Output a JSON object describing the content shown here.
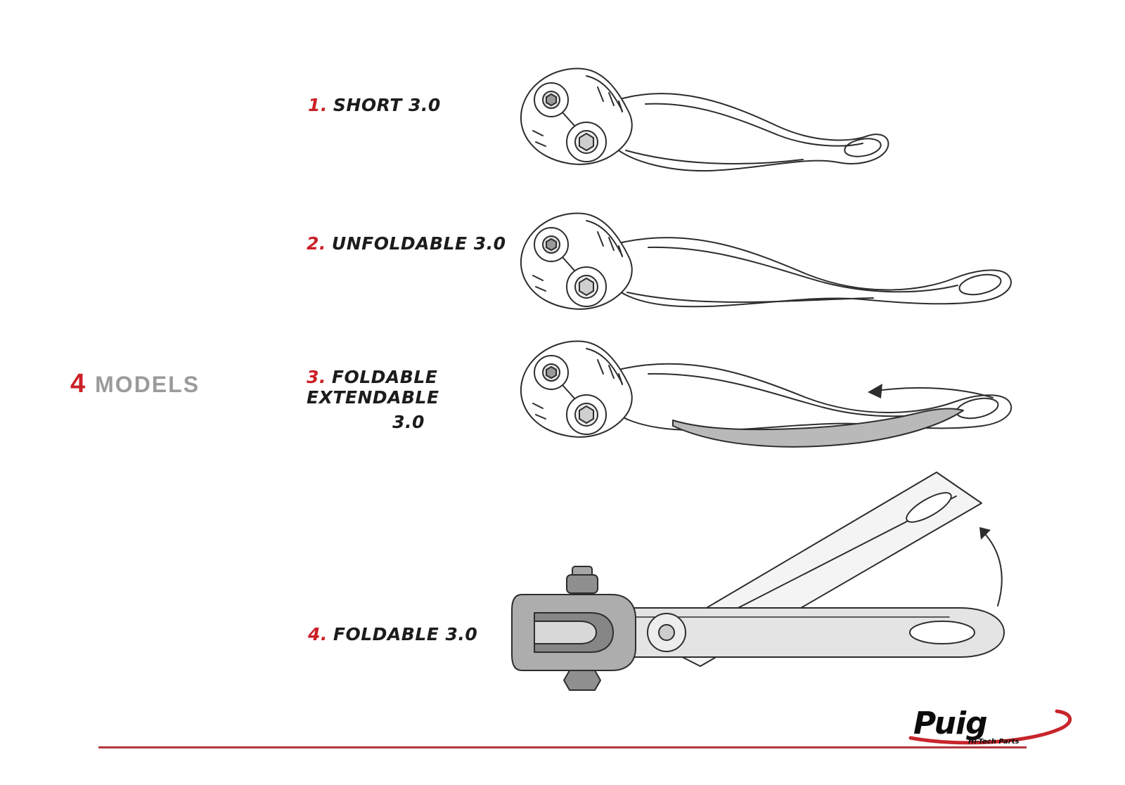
{
  "models": {
    "count": "4",
    "label": "MODELS"
  },
  "items": [
    {
      "number": "1.",
      "name": "SHORT 3.0"
    },
    {
      "number": "2.",
      "name": "UNFOLDABLE 3.0"
    },
    {
      "number": "3.",
      "name": "FOLDABLE EXTENDABLE",
      "name_line2": "3.0"
    },
    {
      "number": "4.",
      "name": "FOLDABLE 3.0"
    }
  ],
  "logo": {
    "brand": "Puig",
    "tagline": "Hi-Tech Parts"
  },
  "colors": {
    "accent_red": "#cb2027",
    "models_gray": "#9b9b9b",
    "rule_red": "#b2373e",
    "logo_red": "#c8252b",
    "line_art": "#2d2d2d",
    "extender_gray": "#b9b9b9"
  }
}
